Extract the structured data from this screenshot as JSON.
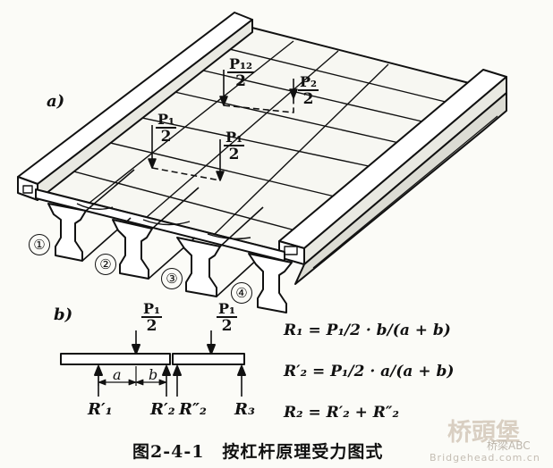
{
  "part_a": {
    "label": "a)",
    "loads": [
      {
        "num": "P₁₂",
        "den": "2"
      },
      {
        "num": "P₂",
        "den": "2"
      },
      {
        "num": "P₁",
        "den": "2"
      },
      {
        "num": "P₁",
        "den": "2"
      }
    ],
    "girders": [
      "①",
      "②",
      "③",
      "④"
    ]
  },
  "part_b": {
    "label": "b)",
    "loads": [
      {
        "num": "P₁",
        "den": "2"
      },
      {
        "num": "P₁",
        "den": "2"
      }
    ],
    "dims": [
      "a",
      "b"
    ],
    "reactions": [
      "R′₁",
      "R′₂",
      "R″₂",
      "R₃"
    ],
    "formulas": [
      "R₁ = P₁/2 · b/(a + b)",
      "R′₂ = P₁/2 · a/(a + b)",
      "R₂ = R′₂ + R″₂"
    ]
  },
  "caption": "图2-4-1　按杠杆原理受力图式",
  "watermark": {
    "logo_text": "桥頭堡",
    "brand": "桥梁ABC",
    "url": "Bridgehead.com.cn"
  }
}
